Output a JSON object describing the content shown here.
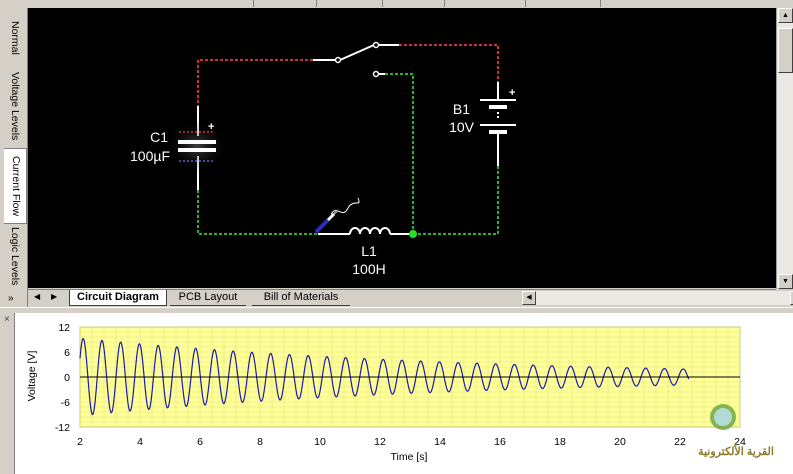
{
  "side_tabs": [
    "Normal",
    "Voltage Levels",
    "Current Flow",
    "Logic Levels"
  ],
  "side_tabs_active": 2,
  "side_tabs_more": "»",
  "circuit": {
    "c1_name": "C1",
    "c1_value": "100µF",
    "b1_name": "B1",
    "b1_value": "10V",
    "l1_name": "L1",
    "l1_value": "100H",
    "plus_sign": "+",
    "colors": {
      "positive": "#c83232",
      "negative": "#2fae2f",
      "wire": "#ffffff",
      "node": "#26e026"
    }
  },
  "bottom_tabs": [
    "Circuit Diagram",
    "PCB Layout",
    "Bill of Materials"
  ],
  "bottom_tabs_active": 0,
  "close_label": "×",
  "chart_data": {
    "type": "line",
    "xlabel": "Time [s]",
    "ylabel": "Voltage [V]",
    "xlim": [
      2,
      24
    ],
    "ylim": [
      -12,
      12
    ],
    "xticks": [
      2,
      4,
      6,
      8,
      10,
      12,
      14,
      16,
      18,
      20,
      22,
      24
    ],
    "yticks": [
      12,
      6,
      0,
      -6,
      -12
    ],
    "grid": true,
    "series": [
      {
        "signal": "damped sine",
        "amplitude_start": 9.3,
        "amplitude_end": 1.9,
        "frequency_hz": 1.6,
        "x_start": 2,
        "x_end": 22.3,
        "color": "#1a1aa8"
      }
    ],
    "plot_background": "#ffff99",
    "grid_color": "#e3e37a"
  },
  "watermark_text": "القرية الألكترونية"
}
